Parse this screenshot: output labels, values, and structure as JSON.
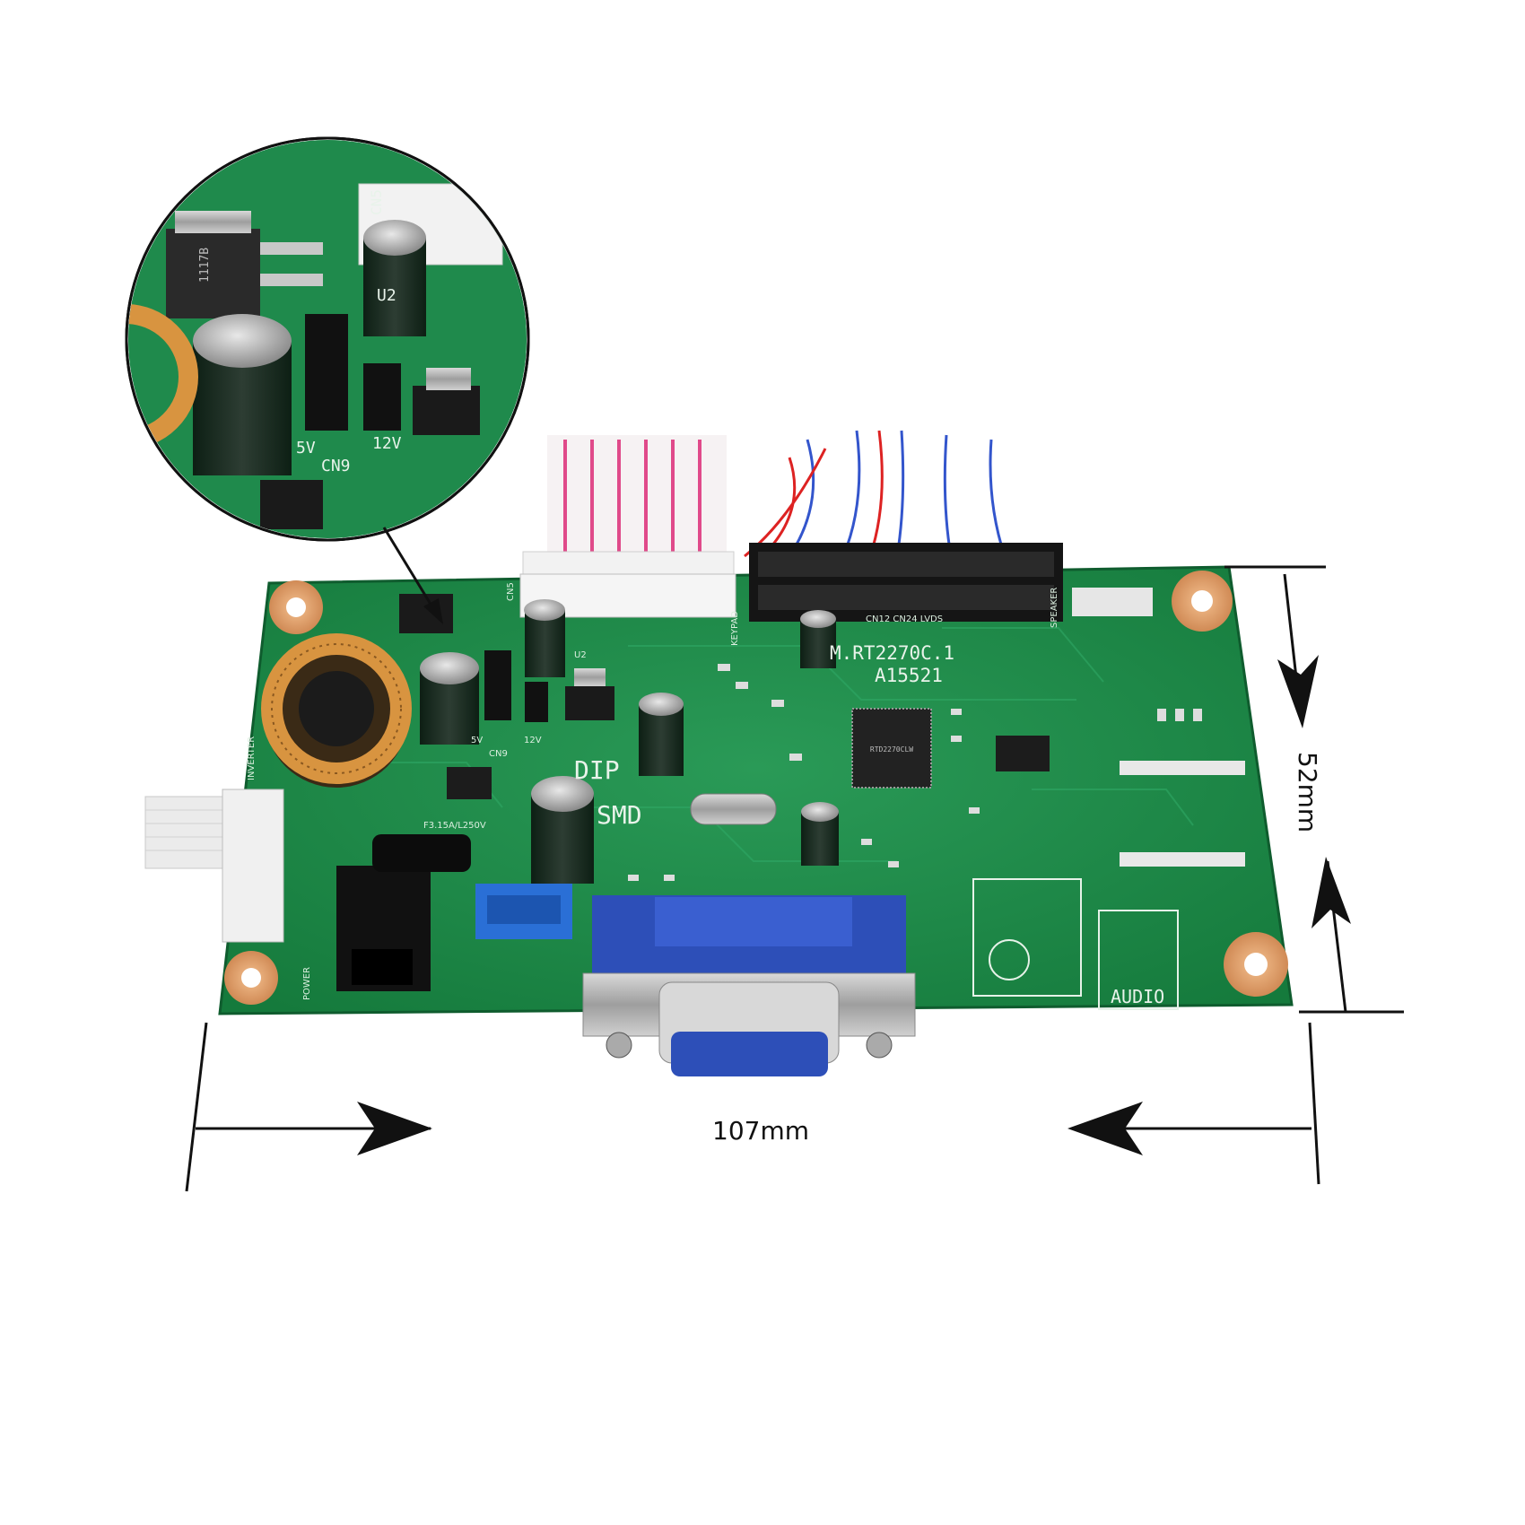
{
  "dimensions": {
    "width_label": "107mm",
    "height_label": "52mm"
  },
  "board": {
    "model": "M.RT2270C.1",
    "code": "A15521",
    "labels": {
      "dip": "DIP",
      "smd": "SMD",
      "audio": "AUDIO",
      "power": "POWER",
      "inverter": "INVERTER",
      "lvds": "CN12  CN24  LVDS",
      "speaker": "SPEAKER",
      "keypad": "KEYPAD",
      "fuse": "F3.15A/L250V",
      "rail_5v": "5V",
      "rail_12v": "12V",
      "cn9": "CN9",
      "cn5": "CN5",
      "u2": "U2",
      "chip": "RTD2270CLW"
    }
  },
  "zoom": {
    "labels": {
      "cn5": "CN5",
      "u2": "U2",
      "rail_5v": "5V",
      "rail_12v": "12V",
      "cn9": "CN9",
      "reg": "1117B"
    }
  },
  "colors": {
    "pcb": "#1f8a4c",
    "pcb_dark": "#146b38",
    "vga_blue": "#2d4fb8",
    "header_black": "#151515"
  }
}
